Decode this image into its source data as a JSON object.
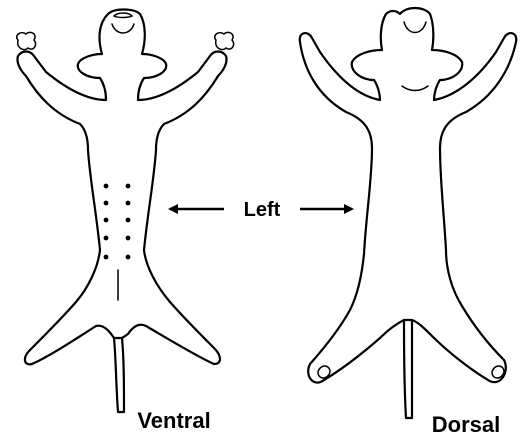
{
  "figure": {
    "center_label": "Left",
    "left_view_label": "Ventral",
    "right_view_label": "Dorsal",
    "ink_color": "#000000",
    "background_color": "#ffffff"
  },
  "marks": {
    "injection_dot_count": 10,
    "injection_dot_layout": "two columns of five on the ventral abdomen"
  }
}
